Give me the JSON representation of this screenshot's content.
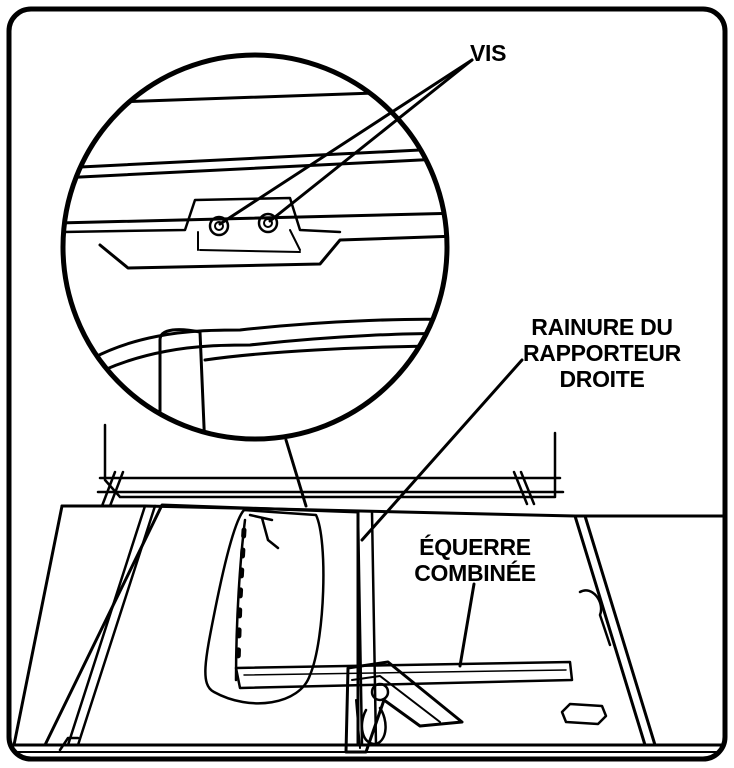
{
  "labels": {
    "screws": "VIS",
    "miter_slot": [
      "RAINURE DU",
      "RAPPORTEUR",
      "DROITE"
    ],
    "square": [
      "ÉQUERRE",
      "COMBINÉE"
    ]
  },
  "colors": {
    "ink": "#000000",
    "paper": "#ffffff"
  }
}
